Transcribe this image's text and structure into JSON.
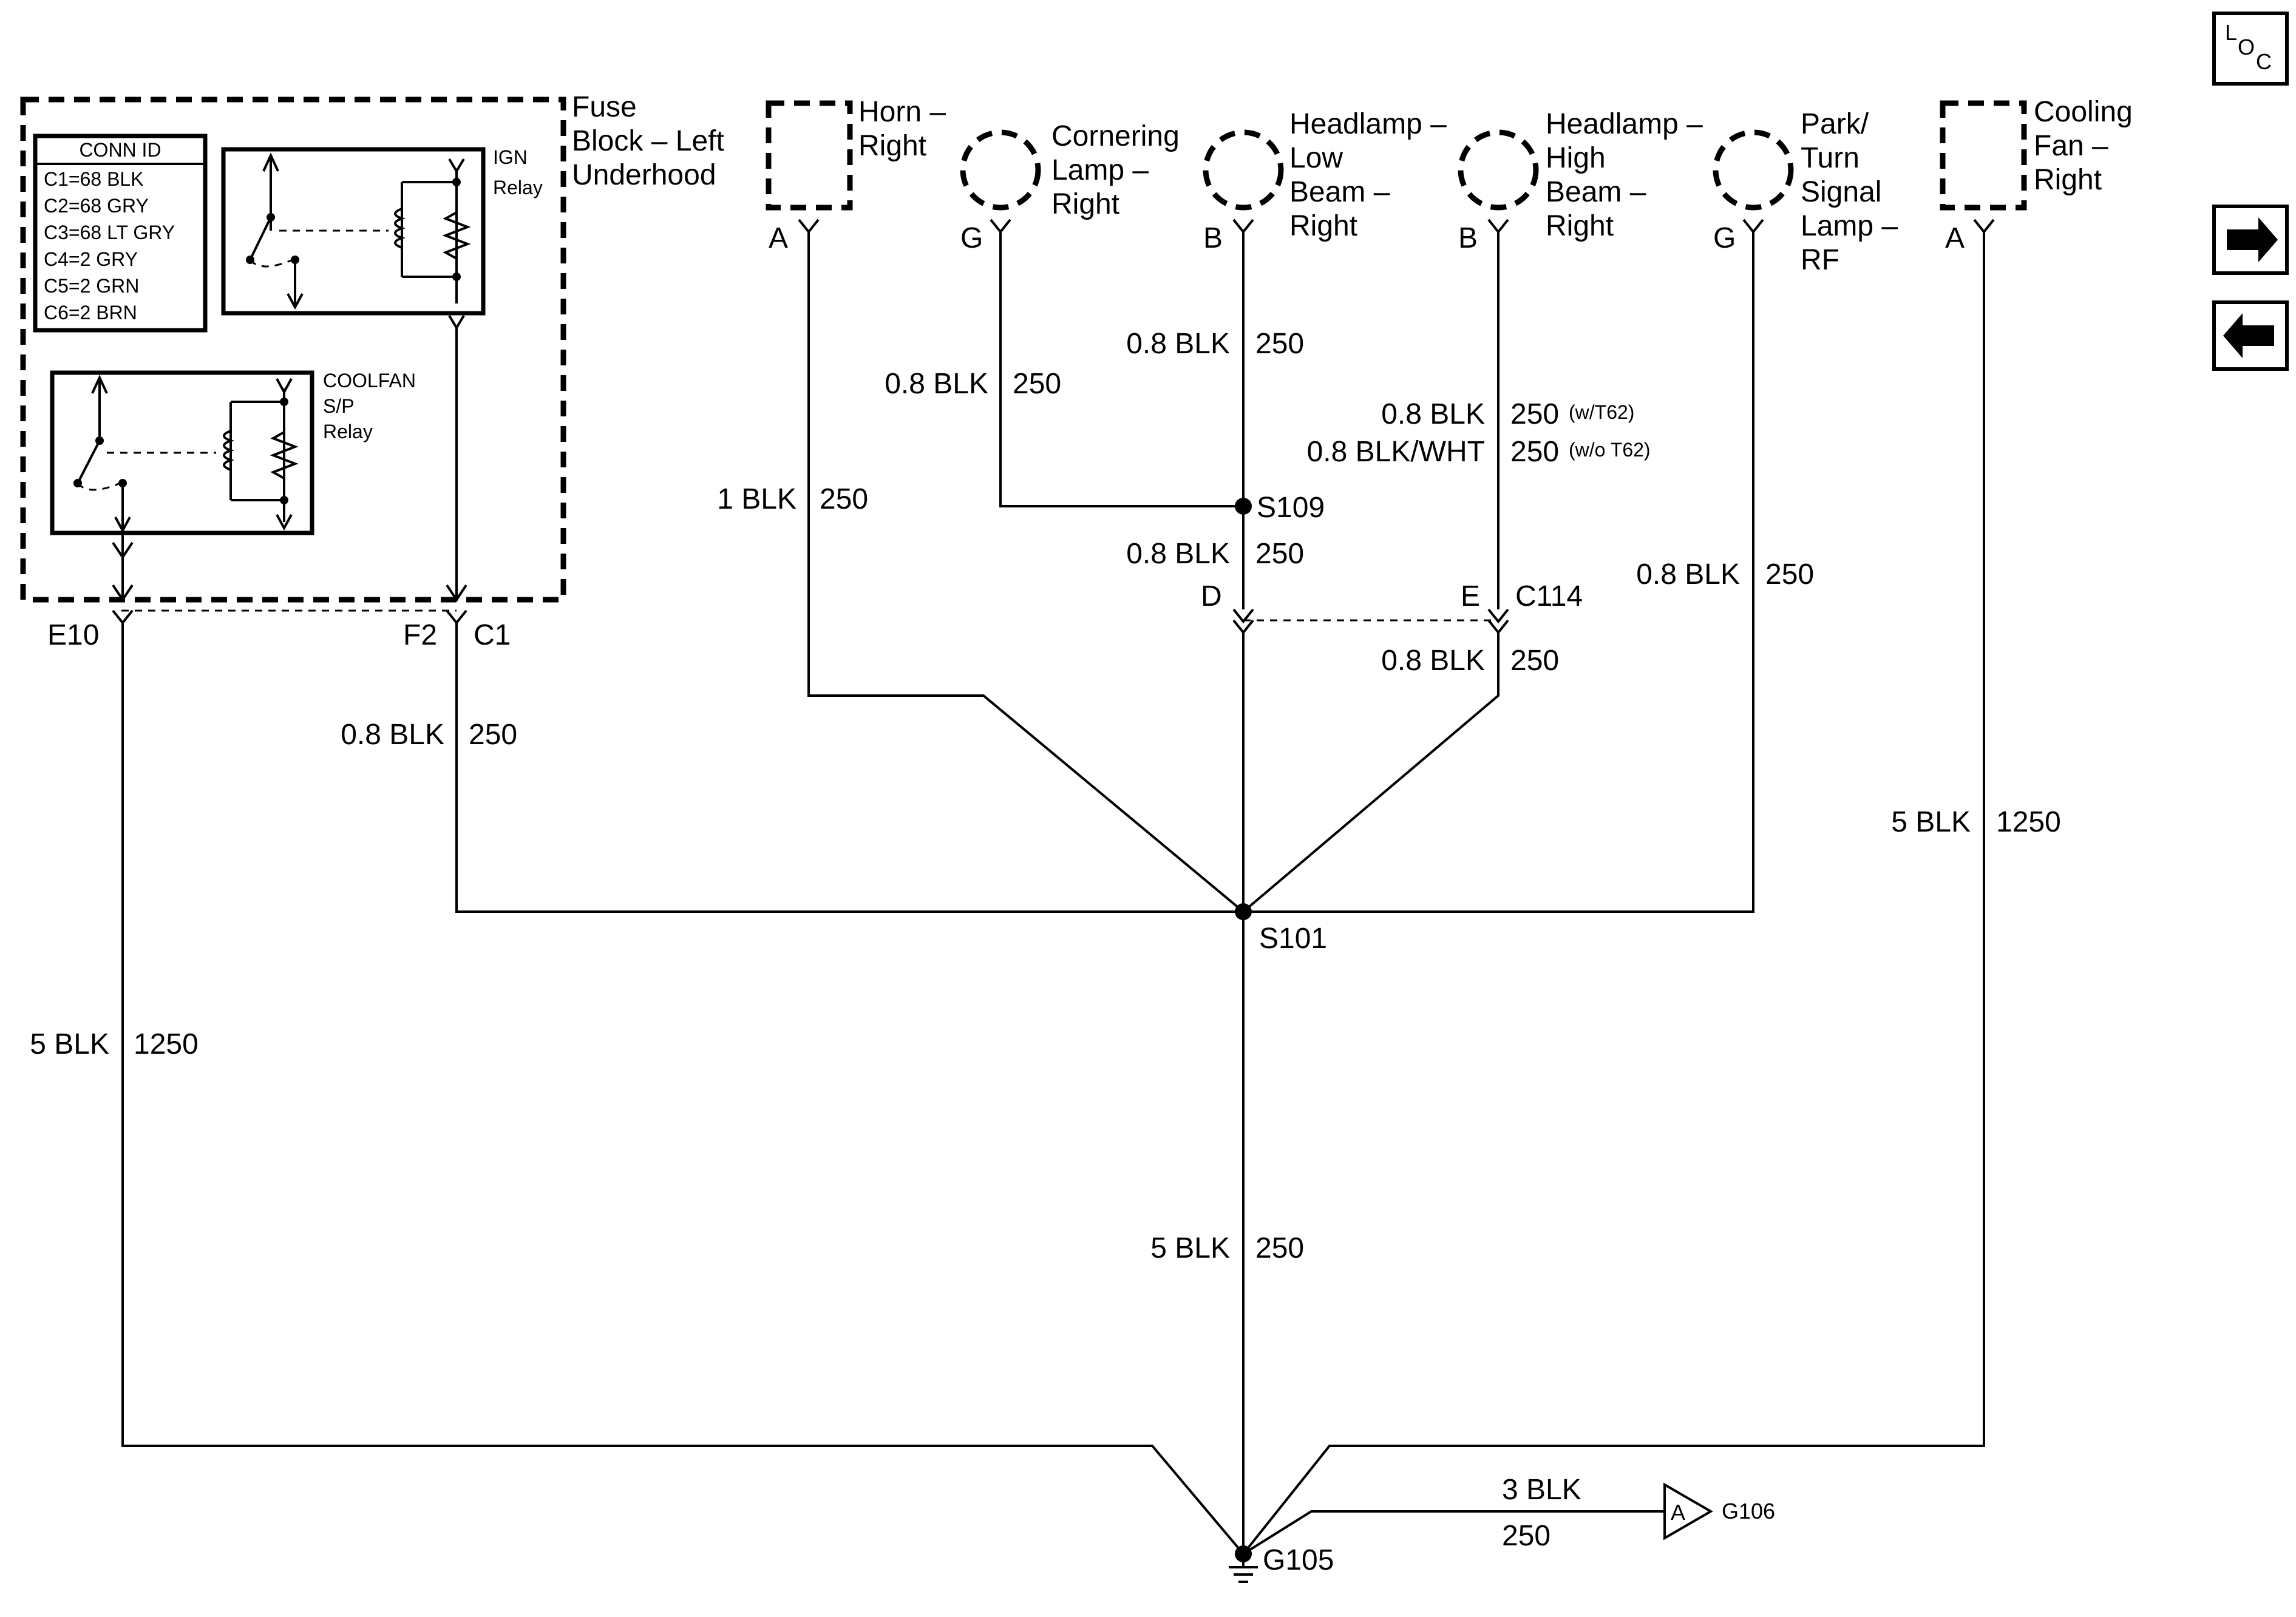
{
  "loc_button": {
    "l": "L",
    "o": "O",
    "c": "C"
  },
  "fuse_block": {
    "title_lines": [
      "Fuse",
      "Block – Left",
      "Underhood"
    ],
    "conn_id_title": "CONN ID",
    "conn_id_rows": [
      "C1=68 BLK",
      "C2=68 GRY",
      "C3=68 LT GRY",
      "C4=2 GRY",
      "C5=2 GRN",
      "C6=2 BRN"
    ],
    "ign_relay_lines": [
      "IGN",
      "Relay"
    ],
    "coolfan_relay_lines": [
      "COOLFAN",
      "S/P",
      "Relay"
    ],
    "pin_e10": "E10",
    "pin_f2": "F2",
    "pin_c1": "C1"
  },
  "components": {
    "horn_right": {
      "lines": [
        "Horn –",
        "Right"
      ],
      "pin": "A"
    },
    "cornering_lamp_right": {
      "lines": [
        "Cornering",
        "Lamp –",
        "Right"
      ],
      "pin": "G"
    },
    "headlamp_low_right": {
      "lines": [
        "Headlamp –",
        "Low",
        "Beam –",
        "Right"
      ],
      "pin": "B"
    },
    "headlamp_high_right": {
      "lines": [
        "Headlamp –",
        "High",
        "Beam –",
        "Right"
      ],
      "pin": "B"
    },
    "park_turn_lamp_rf": {
      "lines": [
        "Park/",
        "Turn",
        "Signal",
        "Lamp –",
        "RF"
      ],
      "pin": "G"
    },
    "cooling_fan_right": {
      "lines": [
        "Cooling",
        "Fan –",
        "Right"
      ],
      "pin": "A"
    }
  },
  "wires": {
    "horn": {
      "gauge": "1 BLK",
      "circuit": "250"
    },
    "cornering": {
      "gauge": "0.8 BLK",
      "circuit": "250"
    },
    "low_beam": {
      "gauge": "0.8 BLK",
      "circuit": "250"
    },
    "high_beam_t62": {
      "gauge": "0.8 BLK",
      "circuit": "250",
      "option": "(w/T62)"
    },
    "high_beam_no_t62": {
      "gauge": "0.8 BLK/WHT",
      "circuit": "250",
      "option": "(w/o T62)"
    },
    "s109_out": {
      "gauge": "0.8 BLK",
      "circuit": "250"
    },
    "c114_out": {
      "gauge": "0.8 BLK",
      "circuit": "250"
    },
    "park_turn": {
      "gauge": "0.8 BLK",
      "circuit": "250"
    },
    "fuse_c1": {
      "gauge": "0.8 BLK",
      "circuit": "250"
    },
    "fuse_e10": {
      "gauge": "5 BLK",
      "circuit": "1250"
    },
    "cooling_fan": {
      "gauge": "5 BLK",
      "circuit": "1250"
    },
    "s101_g105": {
      "gauge": "5 BLK",
      "circuit": "250"
    },
    "g106": {
      "gauge": "3 BLK",
      "circuit": "250"
    }
  },
  "connectors": {
    "c114": {
      "name": "C114",
      "pin_d": "D",
      "pin_e": "E"
    }
  },
  "splices": {
    "s109": "S109",
    "s101": "S101"
  },
  "grounds": {
    "g105": "G105",
    "g106": "G106",
    "g106_ref": "A"
  }
}
